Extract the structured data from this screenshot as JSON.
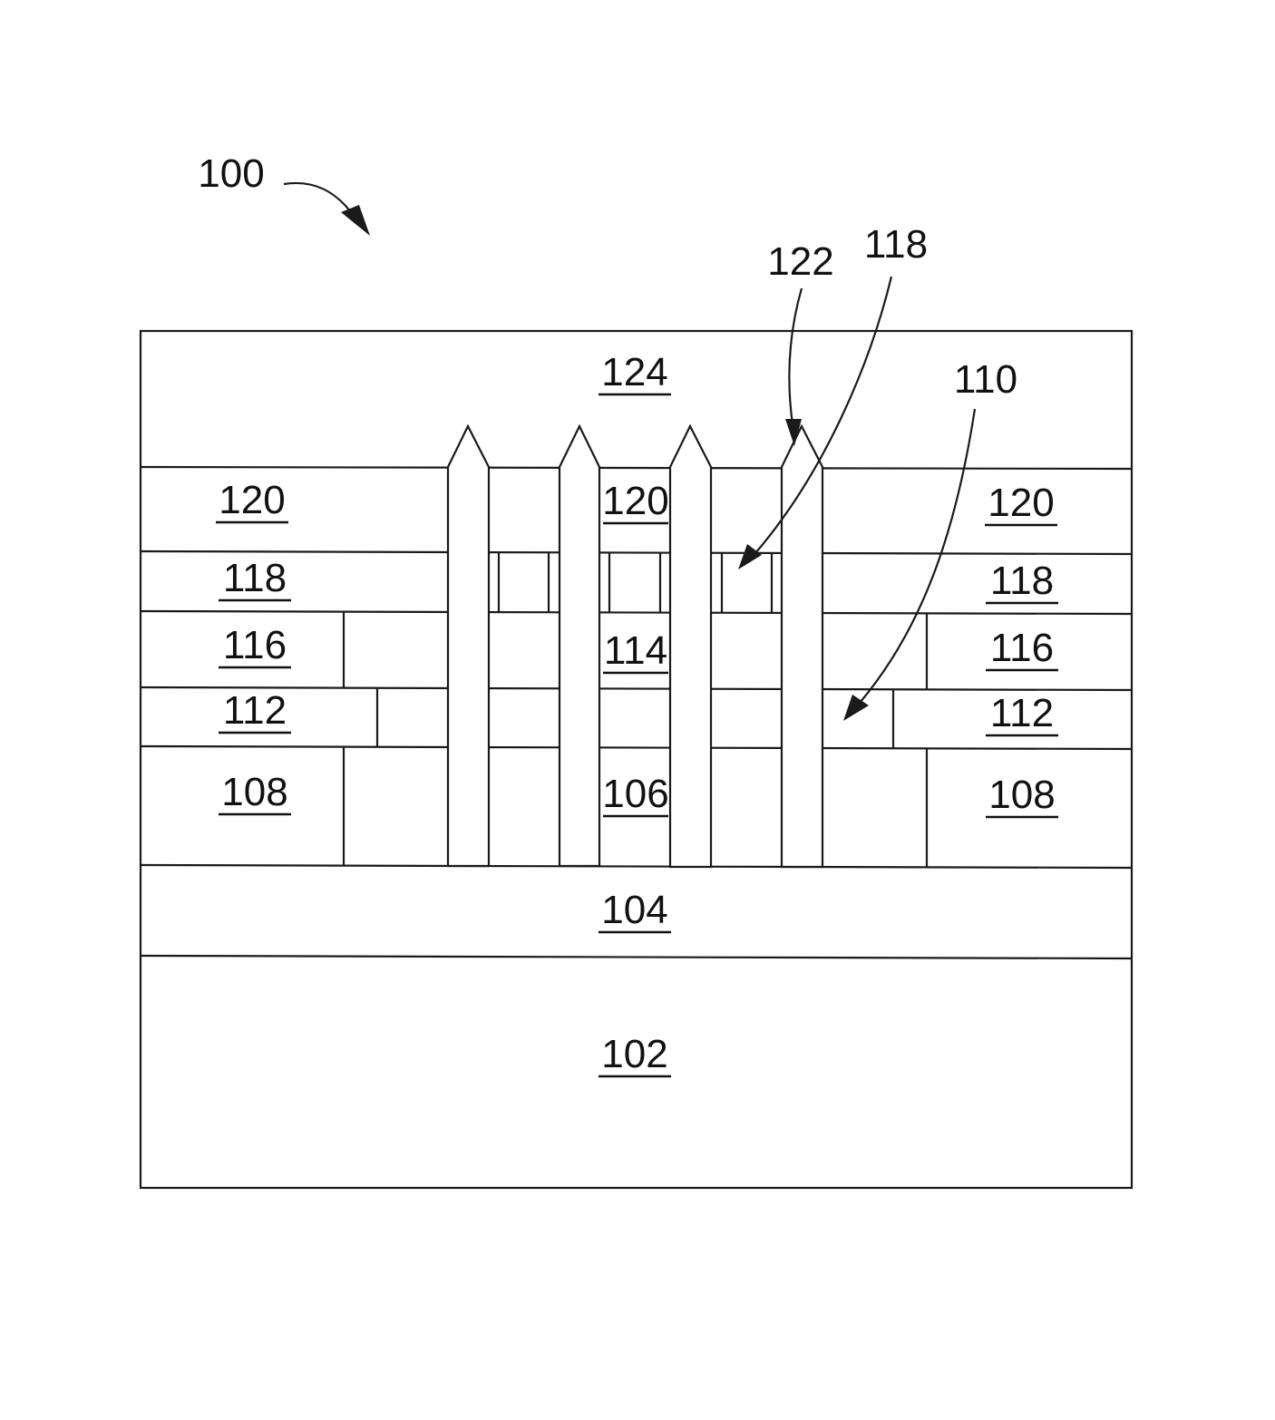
{
  "figure": {
    "ref_main": "100",
    "ref_122": "122",
    "ref_118": "118",
    "ref_110": "110"
  },
  "layers": {
    "top_dielectric": "124",
    "substrate": "102",
    "base_layer": "104",
    "left": {
      "l120": "120",
      "l118": "118",
      "l116": "116",
      "l112": "112",
      "l108": "108"
    },
    "right": {
      "l120": "120",
      "l118": "118",
      "l116": "116",
      "l112": "112",
      "l108": "108"
    },
    "center": {
      "l120": "120",
      "l114": "114",
      "l106": "106"
    }
  }
}
